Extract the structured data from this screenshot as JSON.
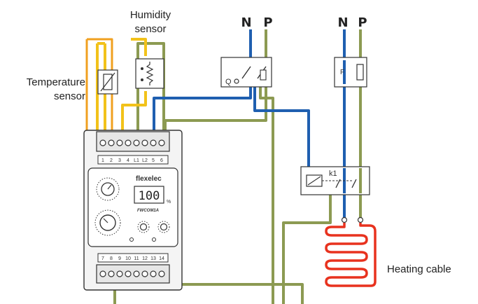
{
  "labels": {
    "humidity_line1": "Humidity",
    "humidity_line2": "sensor",
    "temperature_line1": "Temperature",
    "temperature_line2": "sensor",
    "heating_cable": "Heating cable"
  },
  "supply_left": {
    "n": "N",
    "p": "P"
  },
  "supply_right": {
    "n": "N",
    "p": "P"
  },
  "switch_q_label": "Q",
  "fuse_label": "F",
  "relay_label": "k1",
  "device": {
    "brand": "flexelec",
    "model": "FWCOM1A",
    "display": "100",
    "unit": "%",
    "top_terminals": [
      "1",
      "2",
      "3",
      "4",
      "L1",
      "L2",
      "5",
      "6"
    ],
    "bottom_terminals": [
      "7",
      "8",
      "9",
      "10",
      "11",
      "12",
      "13",
      "14"
    ]
  },
  "colors": {
    "neutral_wire": "#1f5fb0",
    "phase_wire": "#8c9a52",
    "sensor_wire": "#f2c21a",
    "temperature_wire": "#f0a020",
    "heating_cable": "#e8321e",
    "outline": "#333333"
  }
}
